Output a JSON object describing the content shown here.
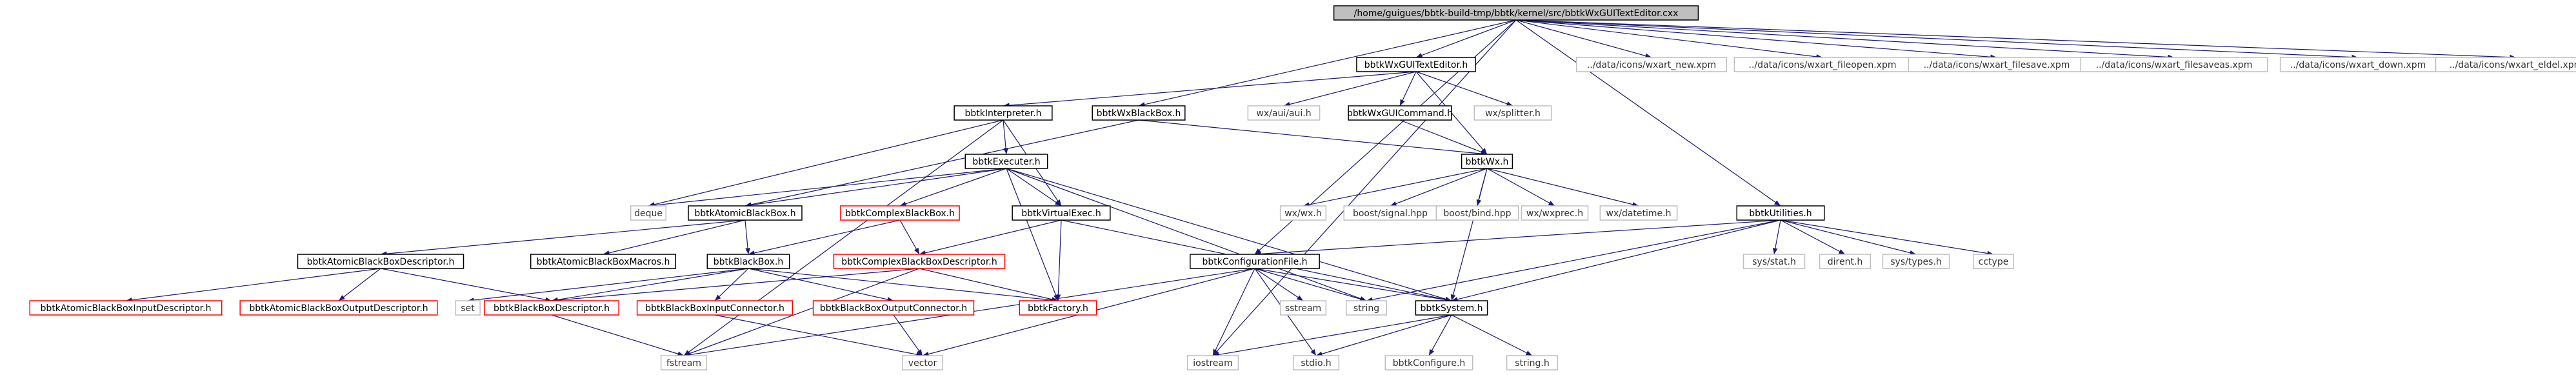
{
  "diagram": {
    "colors": {
      "edge": "#191970",
      "root_fill": "#bfbfbf",
      "root_border": "#000000",
      "documented_border": "#000000",
      "missing_border": "#ff0000",
      "external_border": "#bfbfbf",
      "external_text": "#333333",
      "text": "#000000"
    },
    "nodes": [
      {
        "id": "root",
        "label": "/home/guigues/bbtk-build-tmp/bbtk/kernel/src/bbtkWxGUITextEditor.cxx",
        "kind": "root"
      },
      {
        "id": "textEditorH",
        "label": "bbtkWxGUITextEditor.h",
        "kind": "documented"
      },
      {
        "id": "xpmNew",
        "label": "../data/icons/wxart_new.xpm",
        "kind": "external"
      },
      {
        "id": "xpmOpen",
        "label": "../data/icons/wxart_fileopen.xpm",
        "kind": "external"
      },
      {
        "id": "xpmSave",
        "label": "../data/icons/wxart_filesave.xpm",
        "kind": "external"
      },
      {
        "id": "xpmSaveAs",
        "label": "../data/icons/wxart_filesaveas.xpm",
        "kind": "external"
      },
      {
        "id": "xpmDown",
        "label": "../data/icons/wxart_down.xpm",
        "kind": "external"
      },
      {
        "id": "xpmDel",
        "label": "../data/icons/wxart_eldel.xpm",
        "kind": "external"
      },
      {
        "id": "interpreterH",
        "label": "bbtkInterpreter.h",
        "kind": "documented"
      },
      {
        "id": "wxBlackBoxH",
        "label": "bbtkWxBlackBox.h",
        "kind": "documented"
      },
      {
        "id": "wxAui",
        "label": "wx/aui/aui.h",
        "kind": "external"
      },
      {
        "id": "wxGUICommandH",
        "label": "bbtkWxGUICommand.h",
        "kind": "documented"
      },
      {
        "id": "wxSplitter",
        "label": "wx/splitter.h",
        "kind": "external"
      },
      {
        "id": "executerH",
        "label": "bbtkExecuter.h",
        "kind": "documented"
      },
      {
        "id": "wxH",
        "label": "bbtkWx.h",
        "kind": "documented"
      },
      {
        "id": "utilitiesH",
        "label": "bbtkUtilities.h",
        "kind": "documented"
      },
      {
        "id": "deque",
        "label": "deque",
        "kind": "external"
      },
      {
        "id": "atomicBBH",
        "label": "bbtkAtomicBlackBox.h",
        "kind": "documented"
      },
      {
        "id": "complexBBH",
        "label": "bbtkComplexBlackBox.h",
        "kind": "missing"
      },
      {
        "id": "virtualExecH",
        "label": "bbtkVirtualExec.h",
        "kind": "documented"
      },
      {
        "id": "wxwx",
        "label": "wx/wx.h",
        "kind": "external"
      },
      {
        "id": "boostSignal",
        "label": "boost/signal.hpp",
        "kind": "external"
      },
      {
        "id": "boostBind",
        "label": "boost/bind.hpp",
        "kind": "external"
      },
      {
        "id": "wxprec",
        "label": "wx/wxprec.h",
        "kind": "external"
      },
      {
        "id": "wxDatetime",
        "label": "wx/datetime.h",
        "kind": "external"
      },
      {
        "id": "sysStat",
        "label": "sys/stat.h",
        "kind": "external"
      },
      {
        "id": "dirent",
        "label": "dirent.h",
        "kind": "external"
      },
      {
        "id": "sysTypes",
        "label": "sys/types.h",
        "kind": "external"
      },
      {
        "id": "cctype",
        "label": "cctype",
        "kind": "external"
      },
      {
        "id": "atomicBBDescH",
        "label": "bbtkAtomicBlackBoxDescriptor.h",
        "kind": "documented"
      },
      {
        "id": "atomicBBMacrosH",
        "label": "bbtkAtomicBlackBoxMacros.h",
        "kind": "documented"
      },
      {
        "id": "blackBoxH",
        "label": "bbtkBlackBox.h",
        "kind": "documented"
      },
      {
        "id": "complexBBDescH",
        "label": "bbtkComplexBlackBoxDescriptor.h",
        "kind": "missing"
      },
      {
        "id": "configFileH",
        "label": "bbtkConfigurationFile.h",
        "kind": "documented"
      },
      {
        "id": "atomicInDescH",
        "label": "bbtkAtomicBlackBoxInputDescriptor.h",
        "kind": "missing"
      },
      {
        "id": "atomicOutDescH",
        "label": "bbtkAtomicBlackBoxOutputDescriptor.h",
        "kind": "missing"
      },
      {
        "id": "set",
        "label": "set",
        "kind": "external"
      },
      {
        "id": "bbDescH",
        "label": "bbtkBlackBoxDescriptor.h",
        "kind": "missing"
      },
      {
        "id": "bbInConnH",
        "label": "bbtkBlackBoxInputConnector.h",
        "kind": "missing"
      },
      {
        "id": "bbOutConnH",
        "label": "bbtkBlackBoxOutputConnector.h",
        "kind": "missing"
      },
      {
        "id": "factoryH",
        "label": "bbtkFactory.h",
        "kind": "missing"
      },
      {
        "id": "sstream",
        "label": "sstream",
        "kind": "external"
      },
      {
        "id": "string",
        "label": "string",
        "kind": "external"
      },
      {
        "id": "systemH",
        "label": "bbtkSystem.h",
        "kind": "documented"
      },
      {
        "id": "fstream",
        "label": "fstream",
        "kind": "external"
      },
      {
        "id": "vector",
        "label": "vector",
        "kind": "external"
      },
      {
        "id": "iostream",
        "label": "iostream",
        "kind": "external"
      },
      {
        "id": "stdio",
        "label": "stdio.h",
        "kind": "external"
      },
      {
        "id": "bbtkConfigureH",
        "label": "bbtkConfigure.h",
        "kind": "external"
      },
      {
        "id": "stringH",
        "label": "string.h",
        "kind": "external"
      }
    ],
    "edges": [
      [
        "root",
        "textEditorH"
      ],
      [
        "root",
        "xpmNew"
      ],
      [
        "root",
        "xpmOpen"
      ],
      [
        "root",
        "xpmSave"
      ],
      [
        "root",
        "xpmSaveAs"
      ],
      [
        "root",
        "xpmDown"
      ],
      [
        "root",
        "xpmDel"
      ],
      [
        "root",
        "wxBlackBoxH"
      ],
      [
        "root",
        "iostream"
      ],
      [
        "root",
        "configFileH"
      ],
      [
        "root",
        "utilitiesH"
      ],
      [
        "textEditorH",
        "interpreterH"
      ],
      [
        "textEditorH",
        "wxAui"
      ],
      [
        "textEditorH",
        "wxGUICommandH"
      ],
      [
        "textEditorH",
        "wxSplitter"
      ],
      [
        "textEditorH",
        "wxH"
      ],
      [
        "interpreterH",
        "executerH"
      ],
      [
        "interpreterH",
        "virtualExecH"
      ],
      [
        "interpreterH",
        "deque"
      ],
      [
        "interpreterH",
        "fstream"
      ],
      [
        "wxBlackBoxH",
        "wxH"
      ],
      [
        "wxBlackBoxH",
        "atomicBBH"
      ],
      [
        "wxGUICommandH",
        "wxH"
      ],
      [
        "executerH",
        "virtualExecH"
      ],
      [
        "executerH",
        "atomicBBH"
      ],
      [
        "executerH",
        "complexBBH"
      ],
      [
        "executerH",
        "deque"
      ],
      [
        "executerH",
        "factoryH"
      ],
      [
        "executerH",
        "systemH"
      ],
      [
        "executerH",
        "string"
      ],
      [
        "wxH",
        "wxwx"
      ],
      [
        "wxH",
        "boostSignal"
      ],
      [
        "wxH",
        "boostBind"
      ],
      [
        "wxH",
        "wxprec"
      ],
      [
        "wxH",
        "wxDatetime"
      ],
      [
        "wxH",
        "systemH"
      ],
      [
        "utilitiesH",
        "sysStat"
      ],
      [
        "utilitiesH",
        "dirent"
      ],
      [
        "utilitiesH",
        "sysTypes"
      ],
      [
        "utilitiesH",
        "cctype"
      ],
      [
        "utilitiesH",
        "systemH"
      ],
      [
        "utilitiesH",
        "string"
      ],
      [
        "utilitiesH",
        "configFileH"
      ],
      [
        "atomicBBH",
        "atomicBBDescH"
      ],
      [
        "atomicBBH",
        "atomicBBMacrosH"
      ],
      [
        "atomicBBH",
        "blackBoxH"
      ],
      [
        "complexBBH",
        "blackBoxH"
      ],
      [
        "complexBBH",
        "complexBBDescH"
      ],
      [
        "virtualExecH",
        "complexBBDescH"
      ],
      [
        "virtualExecH",
        "factoryH"
      ],
      [
        "virtualExecH",
        "systemH"
      ],
      [
        "atomicBBDescH",
        "atomicInDescH"
      ],
      [
        "atomicBBDescH",
        "atomicOutDescH"
      ],
      [
        "atomicBBDescH",
        "bbDescH"
      ],
      [
        "blackBoxH",
        "set"
      ],
      [
        "blackBoxH",
        "bbDescH"
      ],
      [
        "blackBoxH",
        "bbInConnH"
      ],
      [
        "blackBoxH",
        "bbOutConnH"
      ],
      [
        "blackBoxH",
        "factoryH"
      ],
      [
        "complexBBDescH",
        "bbDescH"
      ],
      [
        "complexBBDescH",
        "factoryH"
      ],
      [
        "complexBBDescH",
        "fstream"
      ],
      [
        "bbDescH",
        "fstream"
      ],
      [
        "bbInConnH",
        "vector"
      ],
      [
        "bbOutConnH",
        "vector"
      ],
      [
        "configFileH",
        "sstream"
      ],
      [
        "configFileH",
        "string"
      ],
      [
        "configFileH",
        "systemH"
      ],
      [
        "configFileH",
        "fstream"
      ],
      [
        "configFileH",
        "vector"
      ],
      [
        "configFileH",
        "iostream"
      ],
      [
        "configFileH",
        "stdio"
      ],
      [
        "systemH",
        "iostream"
      ],
      [
        "systemH",
        "stdio"
      ],
      [
        "systemH",
        "bbtkConfigureH"
      ],
      [
        "systemH",
        "stringH"
      ]
    ]
  }
}
